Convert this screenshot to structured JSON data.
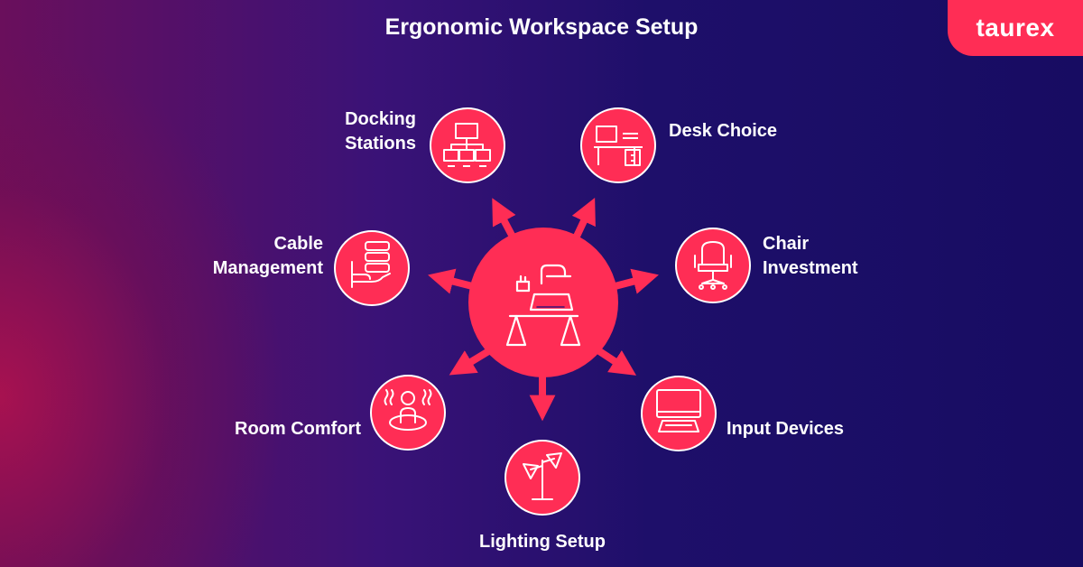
{
  "title": "Ergonomic Workspace Setup",
  "brand": "taurex",
  "colors": {
    "accent": "#ff2d55",
    "icon_stroke": "#ffffff",
    "text": "#ffffff"
  },
  "items": {
    "docking": {
      "line1": "Docking",
      "line2": "Stations",
      "icon": "network-icon"
    },
    "desk": {
      "line1": "Desk Choice",
      "icon": "desk-icon"
    },
    "cable": {
      "line1": "Cable",
      "line2": "Management",
      "icon": "server-hand-icon"
    },
    "chair": {
      "line1": "Chair",
      "line2": "Investment",
      "icon": "office-chair-icon"
    },
    "room": {
      "line1": "Room Comfort",
      "icon": "person-heat-icon"
    },
    "input": {
      "line1": "Input Devices",
      "icon": "computer-keyboard-icon"
    },
    "lighting": {
      "line1": "Lighting Setup",
      "icon": "floor-lamp-icon"
    }
  },
  "center": {
    "icon": "workstation-icon"
  }
}
